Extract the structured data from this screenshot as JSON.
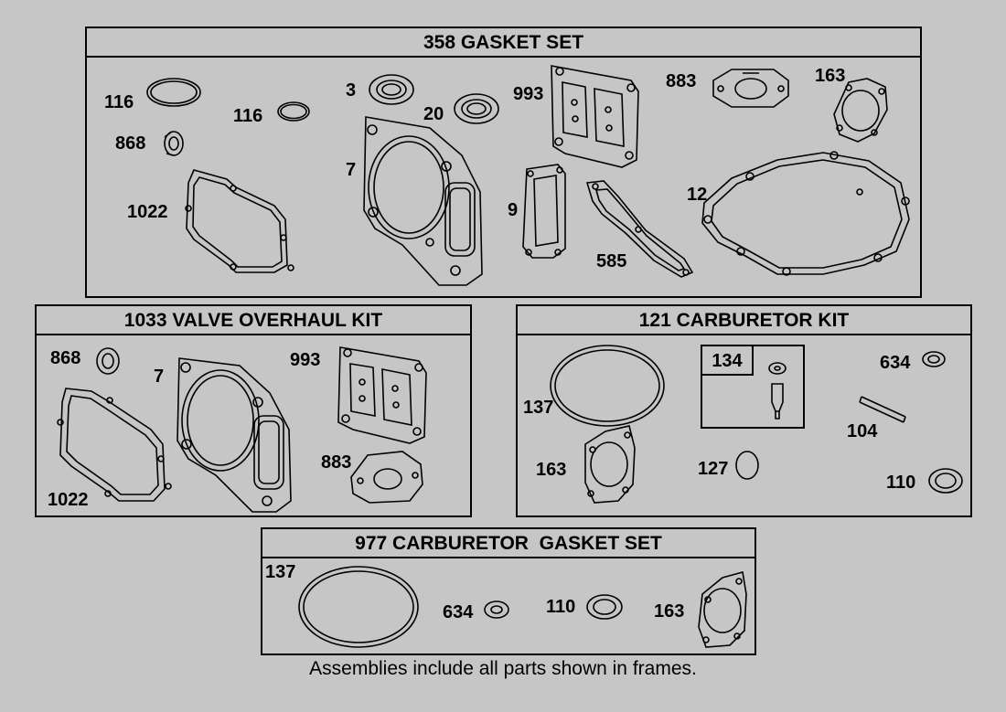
{
  "frames": {
    "gasket_set": {
      "title": "358 GASKET SET",
      "labels": {
        "p116a": "116",
        "p116b": "116",
        "p868": "868",
        "p1022": "1022",
        "p3": "3",
        "p20": "20",
        "p7": "7",
        "p993": "993",
        "p9": "9",
        "p883": "883",
        "p163": "163",
        "p12": "12",
        "p585": "585"
      }
    },
    "valve_kit": {
      "title": "1033 VALVE OVERHAUL KIT",
      "labels": {
        "p868": "868",
        "p7": "7",
        "p993": "993",
        "p883": "883",
        "p1022": "1022"
      }
    },
    "carb_kit": {
      "title": "121 CARBURETOR KIT",
      "inner_title": "134",
      "labels": {
        "p137": "137",
        "p163": "163",
        "p127": "127",
        "p634": "634",
        "p104": "104",
        "p110": "110"
      }
    },
    "carb_gasket_set": {
      "title": "977 CARBURETOR  GASKET SET",
      "labels": {
        "p137": "137",
        "p634": "634",
        "p110": "110",
        "p163": "163"
      }
    }
  },
  "footer": "Assemblies include all parts shown in frames."
}
